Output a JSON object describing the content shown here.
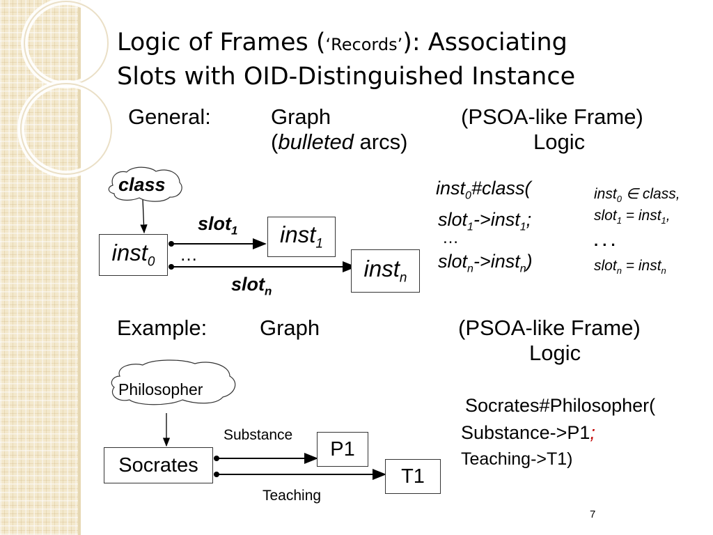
{
  "slide": {
    "title_line1_a": "Logic of Frames (",
    "title_line1_q": "‘Records’",
    "title_line1_b": "): Associating",
    "title_line2": "Slots with OID-Distinguished Instance",
    "page_number": "7"
  },
  "general": {
    "label": "General:",
    "graph_label": "Graph",
    "graph_sub_open": "(",
    "graph_sub_italic": "bulleted",
    "graph_sub_close": " arcs)",
    "frame_label": "(PSOA-like Frame)",
    "logic_label": "Logic",
    "graph": {
      "class_node": "class",
      "inst0_base": "inst",
      "inst0_sub": "0",
      "inst1_base": "inst",
      "inst1_sub": "1",
      "instn_base": "inst",
      "instn_sub": "n",
      "slot1_base": "slot",
      "slot1_sub": "1",
      "slotn_base": "slot",
      "slotn_sub": "n",
      "ellipsis": "…"
    },
    "psoa": {
      "line1_a": "inst",
      "line1_sub": "0",
      "line1_b": "#class(",
      "line2_a": "slot",
      "line2_sub1": "1",
      "line2_b": "->inst",
      "line2_sub2": "1",
      "line2_c": ";",
      "ellipsis": "…",
      "line3_a": "slot",
      "line3_sub1": "n",
      "line3_b": "->inst",
      "line3_sub2": "n",
      "line3_c": ")"
    },
    "logic": {
      "l1_a": "inst",
      "l1_sub": "0",
      "l1_b": " ∈ class,",
      "l2_a": "slot",
      "l2_sub1": "1",
      "l2_b": " = inst",
      "l2_sub2": "1",
      "l2_c": ",",
      "dots": ". . .",
      "l3_a": "slot",
      "l3_sub1": "n",
      "l3_b": " = inst",
      "l3_sub2": "n"
    }
  },
  "example": {
    "label": "Example:",
    "graph_label": "Graph",
    "frame_label": "(PSOA-like Frame)",
    "logic_label": "Logic",
    "graph": {
      "class_node": "Philosopher",
      "oid_node": "Socrates",
      "p1_node": "P1",
      "t1_node": "T1",
      "slot1": "Substance",
      "slot2": "Teaching"
    },
    "psoa": {
      "line1": "Socrates#Philosopher(",
      "line2": "Substance->P1",
      "line2_sep": ";",
      "line3": "Teaching->T1)"
    }
  },
  "colors": {
    "sidebar": "#f3e8cc",
    "separator_red": "#c00000"
  }
}
